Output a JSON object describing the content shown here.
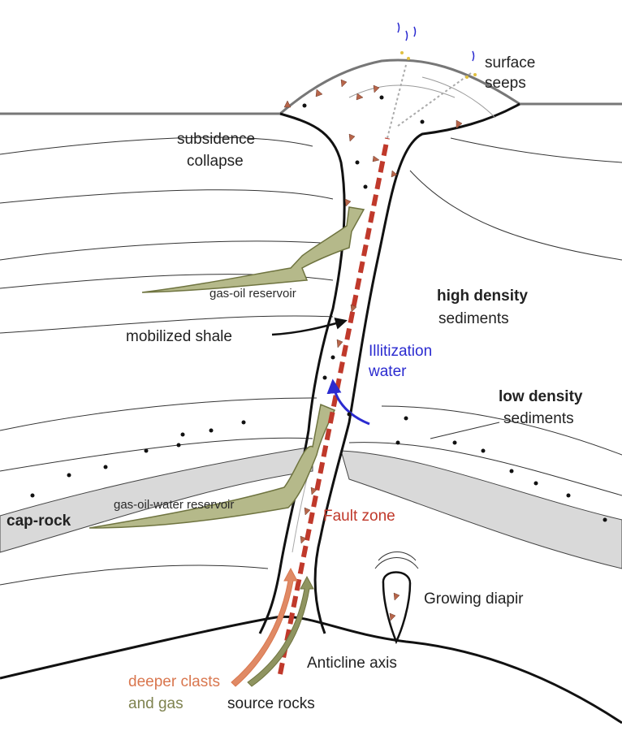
{
  "labels": {
    "surface_seeps_1": "surface",
    "surface_seeps_2": "seeps",
    "subsidence_1": "subsidence",
    "subsidence_2": "collapse",
    "gas_oil_reservoir": "gas-oil reservoir",
    "high_density_1": "high density",
    "high_density_2": "sediments",
    "mobilized_shale": "mobilized shale",
    "illitization_1": "Illitization",
    "illitization_2": "water",
    "low_density_1": "low density",
    "low_density_2": "sediments",
    "gas_oil_water_reservoir": "gas-oil-water reservoir",
    "cap_rock": "cap-rock",
    "fault_zone": "Fault zone",
    "growing_diapir": "Growing diapir",
    "anticline_axis": "Anticline axis",
    "deeper_clasts": "deeper clasts",
    "and_gas": "and gas",
    "source_rocks": "source rocks"
  },
  "colors": {
    "fault": "#c0392b",
    "reservoir_fill": "#b5b98a",
    "reservoir_stroke": "#6f7440",
    "illitization": "#2b2bd0",
    "clasts": "#b7654a",
    "caprock": "#d9d9d9",
    "deeper_clasts_text": "#d9774f",
    "and_gas_text": "#7f8350",
    "fault_text": "#c0392b"
  }
}
